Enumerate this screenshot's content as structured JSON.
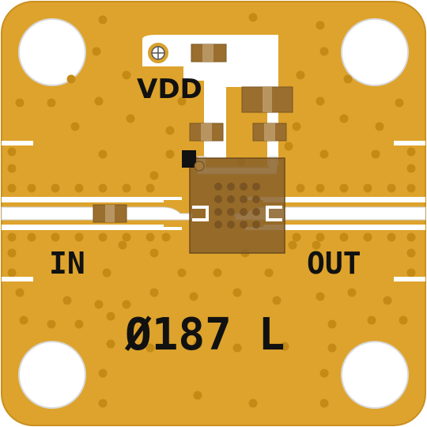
{
  "board": {
    "labels": {
      "vdd": "VDD",
      "input": "IN",
      "output": "OUT",
      "part_number": "Ø187 L"
    },
    "colors": {
      "board_gold": "#DDA32C",
      "board_edge": "#C98F1E",
      "via_dot": "#C48A16",
      "trace_white": "#FFFFFF",
      "trace_outline": "#C9C9C9",
      "component_brown": "#9A6E2E",
      "component_dark": "#8A6028",
      "chip_pad": "#A37A3A",
      "silkscreen": "#111111"
    }
  }
}
